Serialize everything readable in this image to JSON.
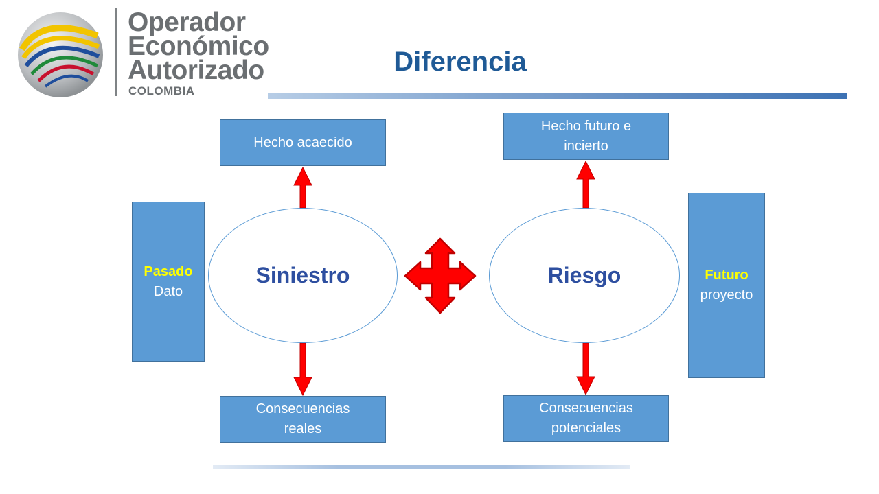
{
  "logo": {
    "line1": "Operador",
    "line2": "Económico",
    "line3": "Autorizado",
    "country": "COLOMBIA"
  },
  "title": "Diferencia",
  "diagram": {
    "left": {
      "label": "Siniestro",
      "top_box": "Hecho acaecido",
      "bottom_box": "Consecuencias\nreales",
      "side_key": "Pasado",
      "side_sub": "Dato"
    },
    "right": {
      "label": "Riesgo",
      "top_box": "Hecho futuro e\nincierto",
      "bottom_box": "Consecuencias\npotenciales",
      "side_key": "Futuro",
      "side_sub": "proyecto"
    }
  },
  "colors": {
    "box_fill": "#5b9bd5",
    "box_border": "#41719c",
    "title": "#1f5a96",
    "ellipse_text": "#2e4fa0",
    "arrow": "#ff0000",
    "highlight_text": "#ffff00"
  },
  "icons": {
    "center": "four-way-arrow-icon",
    "logo": "oea-emblem-icon"
  }
}
